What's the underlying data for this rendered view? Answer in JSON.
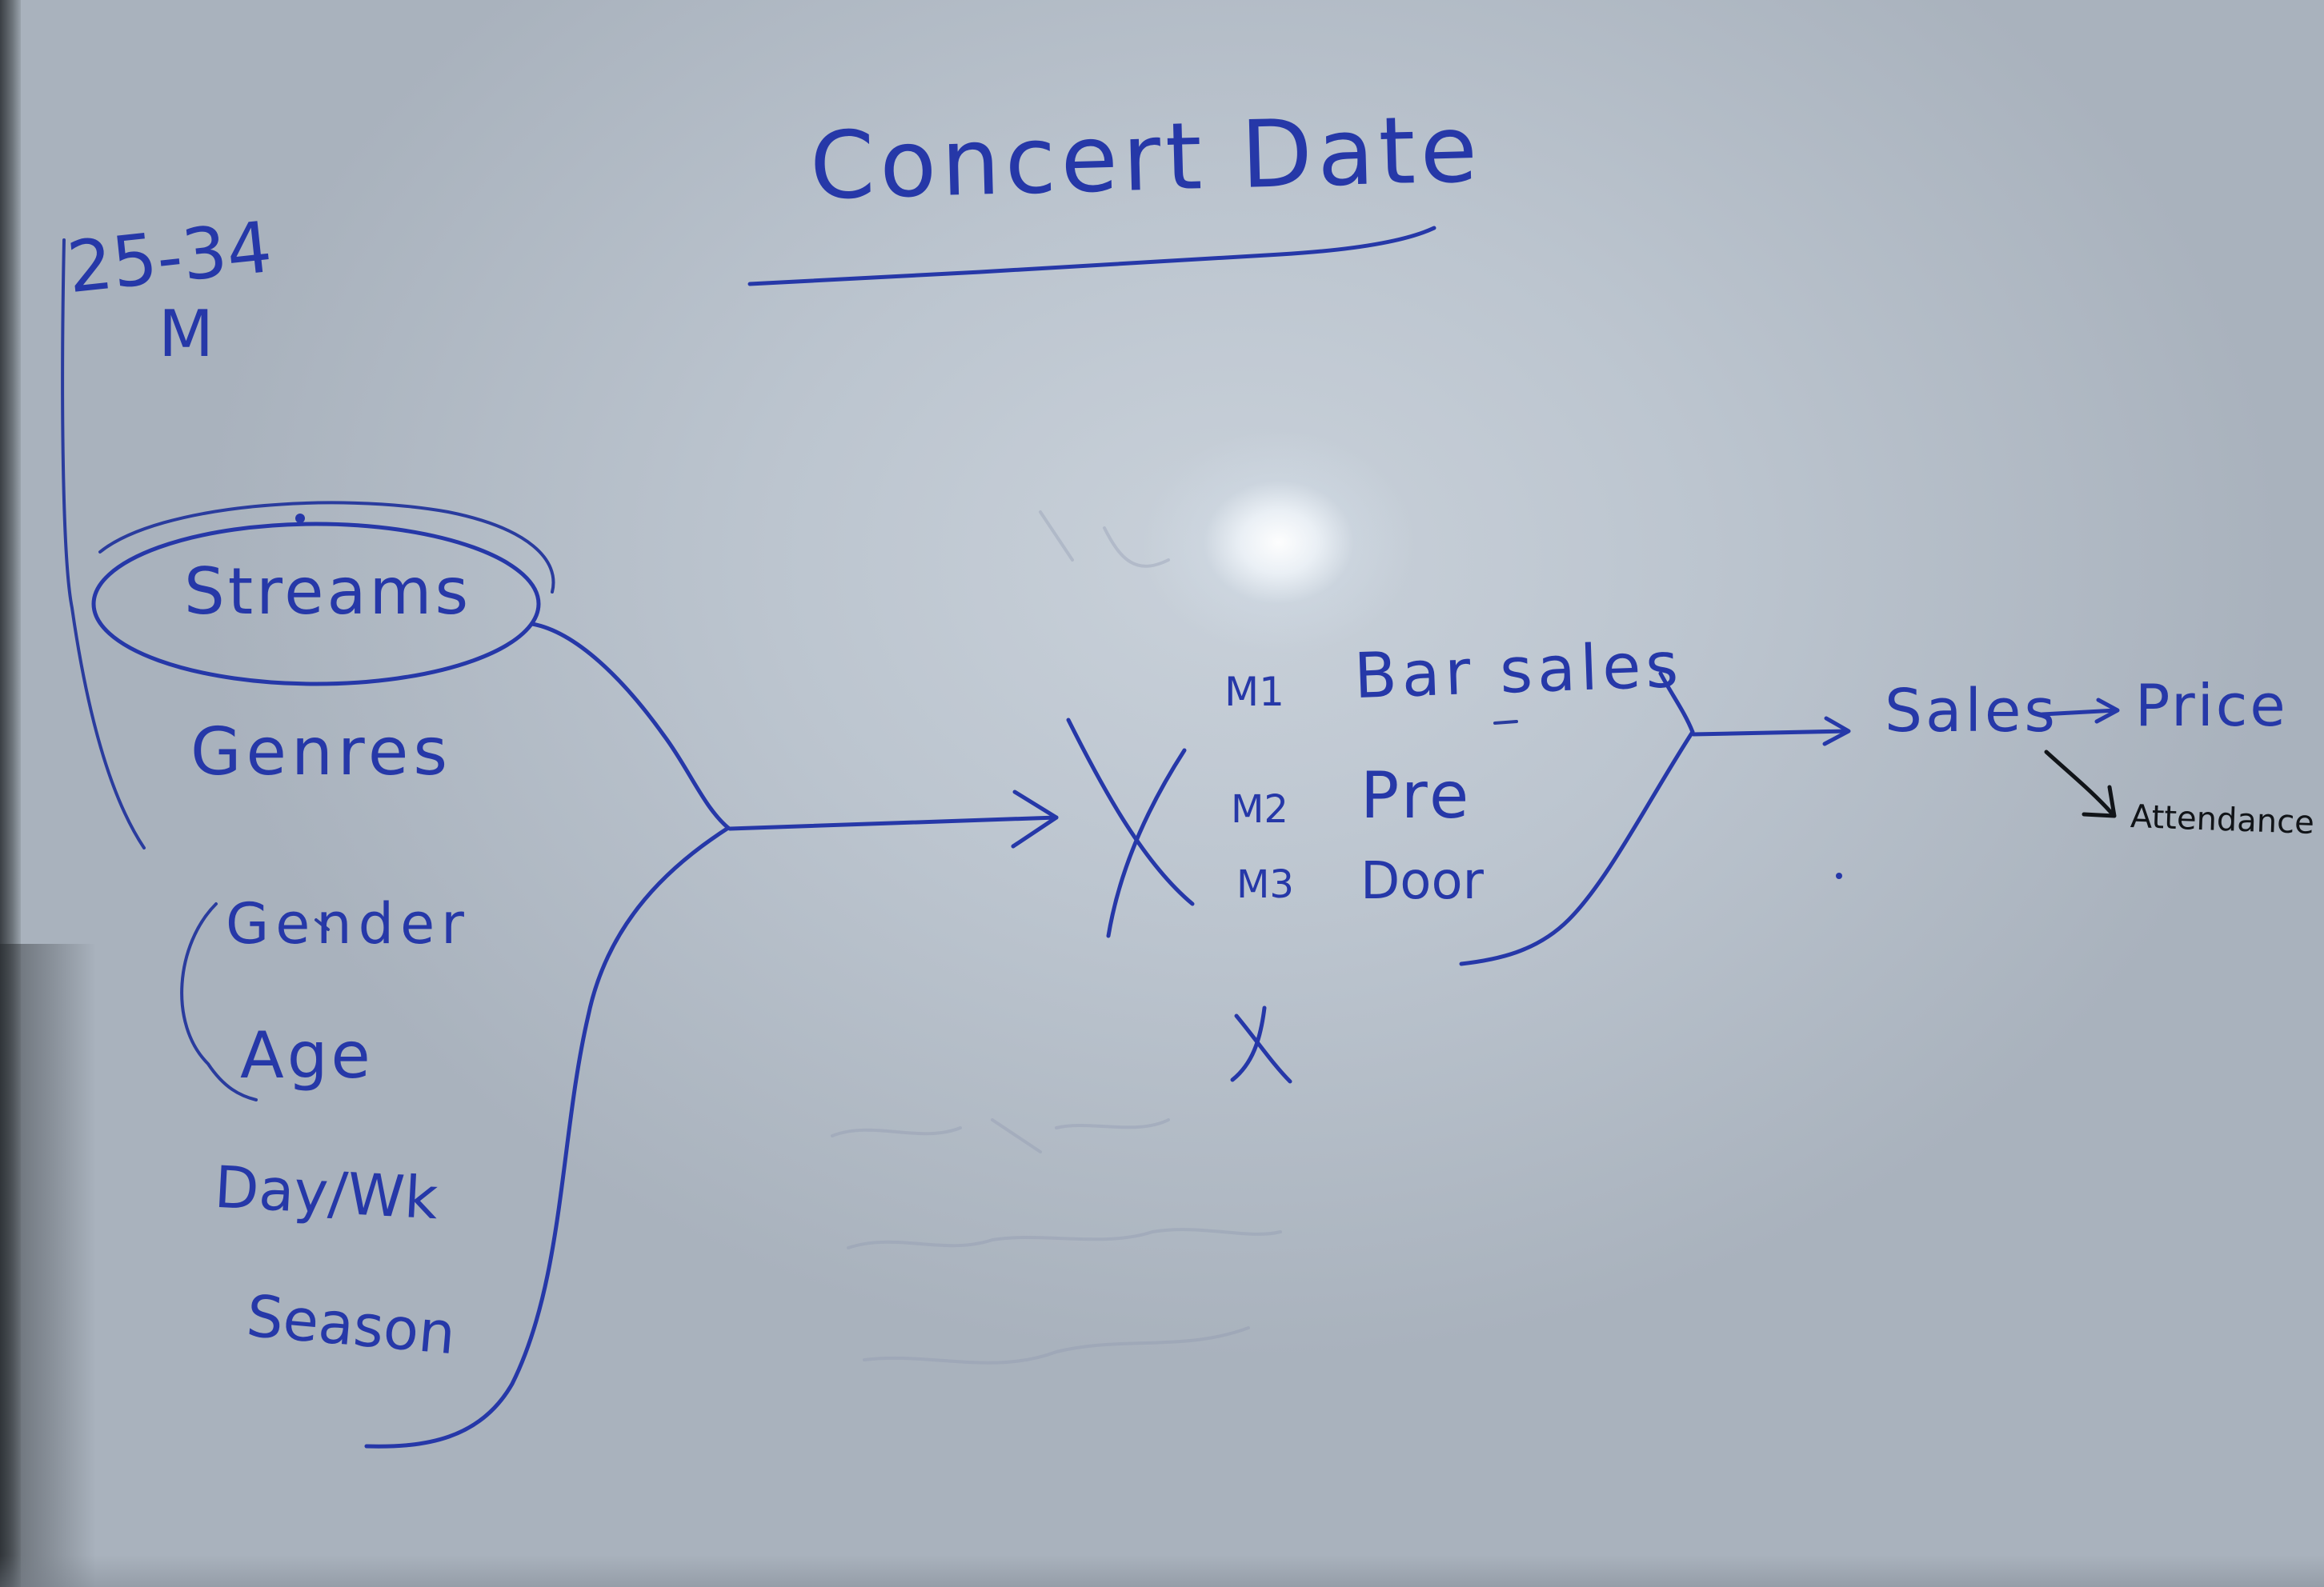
{
  "title": "Concert Date",
  "demographic": {
    "range": "25-34",
    "gender": "M"
  },
  "features": [
    "Streams",
    "Genres",
    "Gender",
    "Age",
    "Day/Wk",
    "Season"
  ],
  "models": [
    {
      "id": "M1",
      "label": "Bar sales"
    },
    {
      "id": "M2",
      "label": "Pre"
    },
    {
      "id": "M3",
      "label": "Door"
    }
  ],
  "outputs": {
    "sales": "Sales",
    "price": "Price",
    "attendance": "Attendance"
  },
  "colors": {
    "ink_blue": "#2638a8",
    "ink_black": "#111418",
    "board": "#c3ccd5"
  }
}
